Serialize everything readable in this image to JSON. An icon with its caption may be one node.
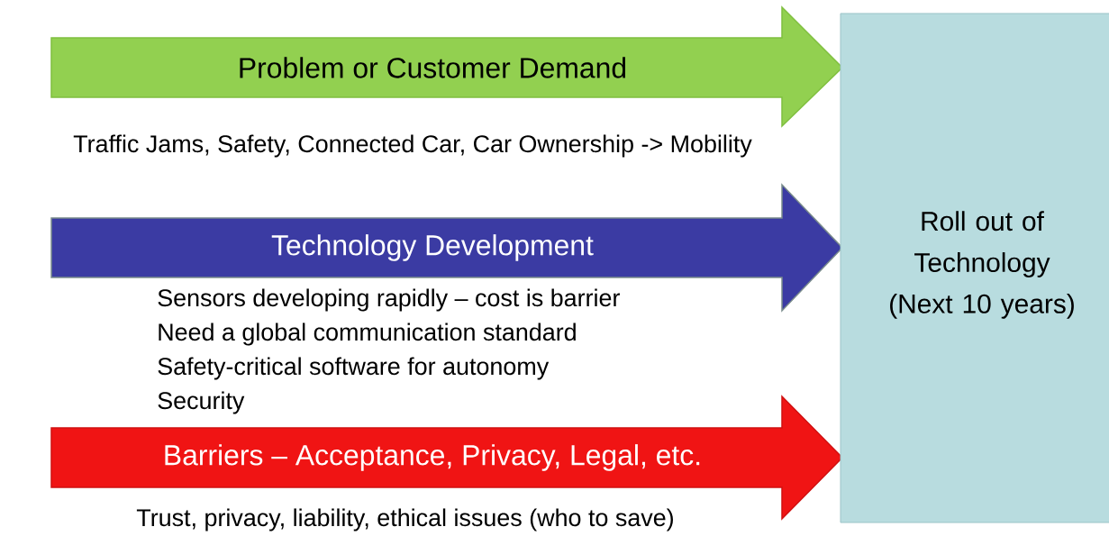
{
  "diagram": {
    "nodes": [
      {
        "text": [
          "Problem or Customer Demand"
        ],
        "beside": [
          "Traffic Jams, Safety, Connected Car, Car Ownership -> Mobility"
        ]
      },
      {
        "text": [
          "Technology Development"
        ],
        "beside": [
          "Sensors developing rapidly – cost is barrier",
          "Need a global communication standard",
          "Safety-critical software for autonomy",
          "Security"
        ]
      },
      {
        "text": [
          "Barriers – Acceptance, Privacy, Legal, etc."
        ],
        "beside": [
          "Trust, privacy, liability, ethical issues (who to save)"
        ]
      },
      {
        "text": [
          "Roll out of Technology (Next 10 years)"
        ]
      }
    ]
  }
}
